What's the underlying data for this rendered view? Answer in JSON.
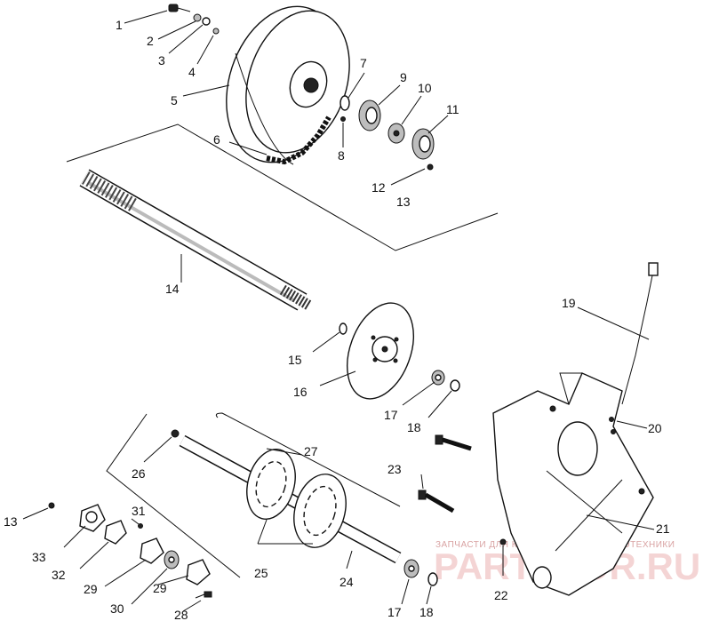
{
  "diagram": {
    "callouts": [
      {
        "id": "c1",
        "text": "1"
      },
      {
        "id": "c2",
        "text": "2"
      },
      {
        "id": "c3",
        "text": "3"
      },
      {
        "id": "c4",
        "text": "4"
      },
      {
        "id": "c5",
        "text": "5"
      },
      {
        "id": "c6",
        "text": "6"
      },
      {
        "id": "c7",
        "text": "7"
      },
      {
        "id": "c8",
        "text": "8"
      },
      {
        "id": "c9",
        "text": "9"
      },
      {
        "id": "c10",
        "text": "10"
      },
      {
        "id": "c11",
        "text": "11"
      },
      {
        "id": "c12",
        "text": "12"
      },
      {
        "id": "c13a",
        "text": "13"
      },
      {
        "id": "c14",
        "text": "14"
      },
      {
        "id": "c15",
        "text": "15"
      },
      {
        "id": "c16",
        "text": "16"
      },
      {
        "id": "c17a",
        "text": "17"
      },
      {
        "id": "c18a",
        "text": "18"
      },
      {
        "id": "c19",
        "text": "19"
      },
      {
        "id": "c20",
        "text": "20"
      },
      {
        "id": "c21",
        "text": "21"
      },
      {
        "id": "c22",
        "text": "22"
      },
      {
        "id": "c23",
        "text": "23"
      },
      {
        "id": "c24",
        "text": "24"
      },
      {
        "id": "c25",
        "text": "25"
      },
      {
        "id": "c26",
        "text": "26"
      },
      {
        "id": "c27",
        "text": "27"
      },
      {
        "id": "c13b",
        "text": "13"
      },
      {
        "id": "c28",
        "text": "28"
      },
      {
        "id": "c29a",
        "text": "29"
      },
      {
        "id": "c29b",
        "text": "29"
      },
      {
        "id": "c30",
        "text": "30"
      },
      {
        "id": "c31",
        "text": "31"
      },
      {
        "id": "c32",
        "text": "32"
      },
      {
        "id": "c33",
        "text": "33"
      },
      {
        "id": "c17b",
        "text": "17"
      },
      {
        "id": "c18b",
        "text": "18"
      }
    ],
    "watermark": {
      "tagline": "ЗАПЧАСТИ ДЛЯ КВАДРОЦИКЛОВ И МОТОТЕХНИКИ",
      "brand": "PARTSFOR.RU",
      "color": "#e8a8a8"
    }
  }
}
